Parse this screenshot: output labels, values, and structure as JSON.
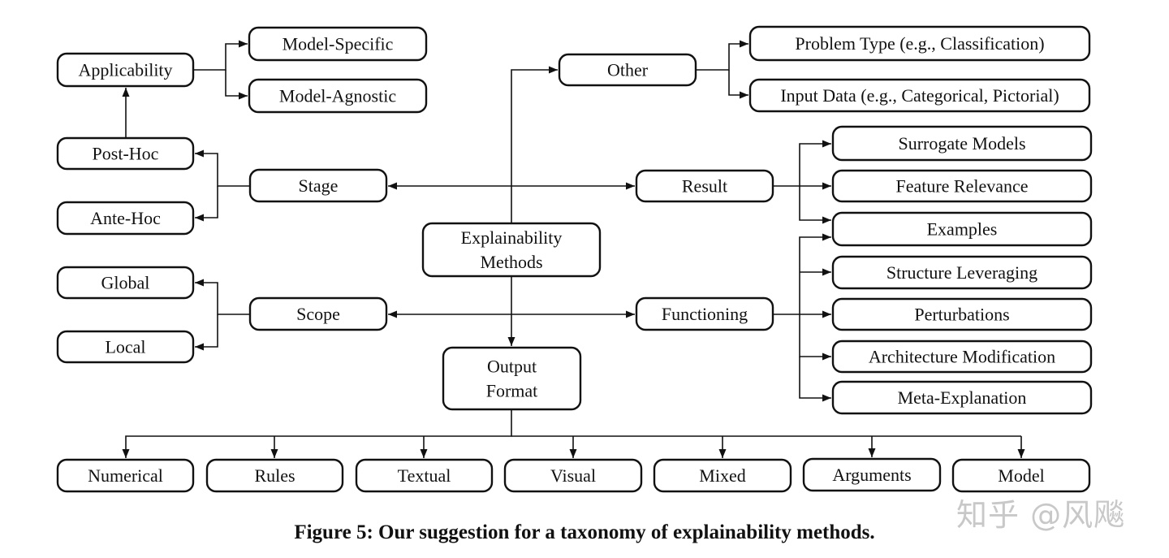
{
  "diagram": {
    "title": "Taxonomy of explainability methods",
    "root": {
      "id": "explainability-methods",
      "lines": [
        "Explainability",
        "Methods"
      ]
    },
    "nodes": [
      {
        "id": "applicability",
        "lines": [
          "Applicability"
        ]
      },
      {
        "id": "model-specific",
        "lines": [
          "Model-Specific"
        ]
      },
      {
        "id": "model-agnostic",
        "lines": [
          "Model-Agnostic"
        ]
      },
      {
        "id": "post-hoc",
        "lines": [
          "Post-Hoc"
        ]
      },
      {
        "id": "ante-hoc",
        "lines": [
          "Ante-Hoc"
        ]
      },
      {
        "id": "stage",
        "lines": [
          "Stage"
        ]
      },
      {
        "id": "global",
        "lines": [
          "Global"
        ]
      },
      {
        "id": "local",
        "lines": [
          "Local"
        ]
      },
      {
        "id": "scope",
        "lines": [
          "Scope"
        ]
      },
      {
        "id": "other",
        "lines": [
          "Other"
        ]
      },
      {
        "id": "problem-type",
        "lines": [
          "Problem Type (e.g., Classification)"
        ]
      },
      {
        "id": "input-data",
        "lines": [
          "Input Data (e.g., Categorical, Pictorial)"
        ]
      },
      {
        "id": "result",
        "lines": [
          "Result"
        ]
      },
      {
        "id": "surrogate-models",
        "lines": [
          "Surrogate Models"
        ]
      },
      {
        "id": "feature-relevance",
        "lines": [
          "Feature Relevance"
        ]
      },
      {
        "id": "examples",
        "lines": [
          "Examples"
        ]
      },
      {
        "id": "functioning",
        "lines": [
          "Functioning"
        ]
      },
      {
        "id": "structure-leveraging",
        "lines": [
          "Structure Leveraging"
        ]
      },
      {
        "id": "perturbations",
        "lines": [
          "Perturbations"
        ]
      },
      {
        "id": "architecture-modification",
        "lines": [
          "Architecture Modification"
        ]
      },
      {
        "id": "meta-explanation",
        "lines": [
          "Meta-Explanation"
        ]
      },
      {
        "id": "output-format",
        "lines": [
          "Output",
          "Format"
        ]
      },
      {
        "id": "numerical",
        "lines": [
          "Numerical"
        ]
      },
      {
        "id": "rules",
        "lines": [
          "Rules"
        ]
      },
      {
        "id": "textual",
        "lines": [
          "Textual"
        ]
      },
      {
        "id": "visual",
        "lines": [
          "Visual"
        ]
      },
      {
        "id": "mixed",
        "lines": [
          "Mixed"
        ]
      },
      {
        "id": "arguments",
        "lines": [
          "Arguments"
        ]
      },
      {
        "id": "model",
        "lines": [
          "Model"
        ]
      }
    ],
    "edges": [
      {
        "from": "explainability-methods",
        "to": "other"
      },
      {
        "from": "explainability-methods",
        "to": "stage"
      },
      {
        "from": "explainability-methods",
        "to": "result"
      },
      {
        "from": "explainability-methods",
        "to": "scope"
      },
      {
        "from": "explainability-methods",
        "to": "functioning"
      },
      {
        "from": "explainability-methods",
        "to": "output-format"
      },
      {
        "from": "other",
        "to": "problem-type"
      },
      {
        "from": "other",
        "to": "input-data"
      },
      {
        "from": "stage",
        "to": "post-hoc"
      },
      {
        "from": "stage",
        "to": "ante-hoc"
      },
      {
        "from": "post-hoc",
        "to": "applicability"
      },
      {
        "from": "applicability",
        "to": "model-specific"
      },
      {
        "from": "applicability",
        "to": "model-agnostic"
      },
      {
        "from": "scope",
        "to": "global"
      },
      {
        "from": "scope",
        "to": "local"
      },
      {
        "from": "result",
        "to": "surrogate-models"
      },
      {
        "from": "result",
        "to": "feature-relevance"
      },
      {
        "from": "result",
        "to": "examples"
      },
      {
        "from": "functioning",
        "to": "examples"
      },
      {
        "from": "functioning",
        "to": "structure-leveraging"
      },
      {
        "from": "functioning",
        "to": "perturbations"
      },
      {
        "from": "functioning",
        "to": "architecture-modification"
      },
      {
        "from": "functioning",
        "to": "meta-explanation"
      },
      {
        "from": "output-format",
        "to": "numerical"
      },
      {
        "from": "output-format",
        "to": "rules"
      },
      {
        "from": "output-format",
        "to": "textual"
      },
      {
        "from": "output-format",
        "to": "visual"
      },
      {
        "from": "output-format",
        "to": "mixed"
      },
      {
        "from": "output-format",
        "to": "arguments"
      },
      {
        "from": "output-format",
        "to": "model"
      }
    ]
  },
  "caption": "Figure 5: Our suggestion for a taxonomy of explainability methods.",
  "watermark": "知乎 @风飚"
}
